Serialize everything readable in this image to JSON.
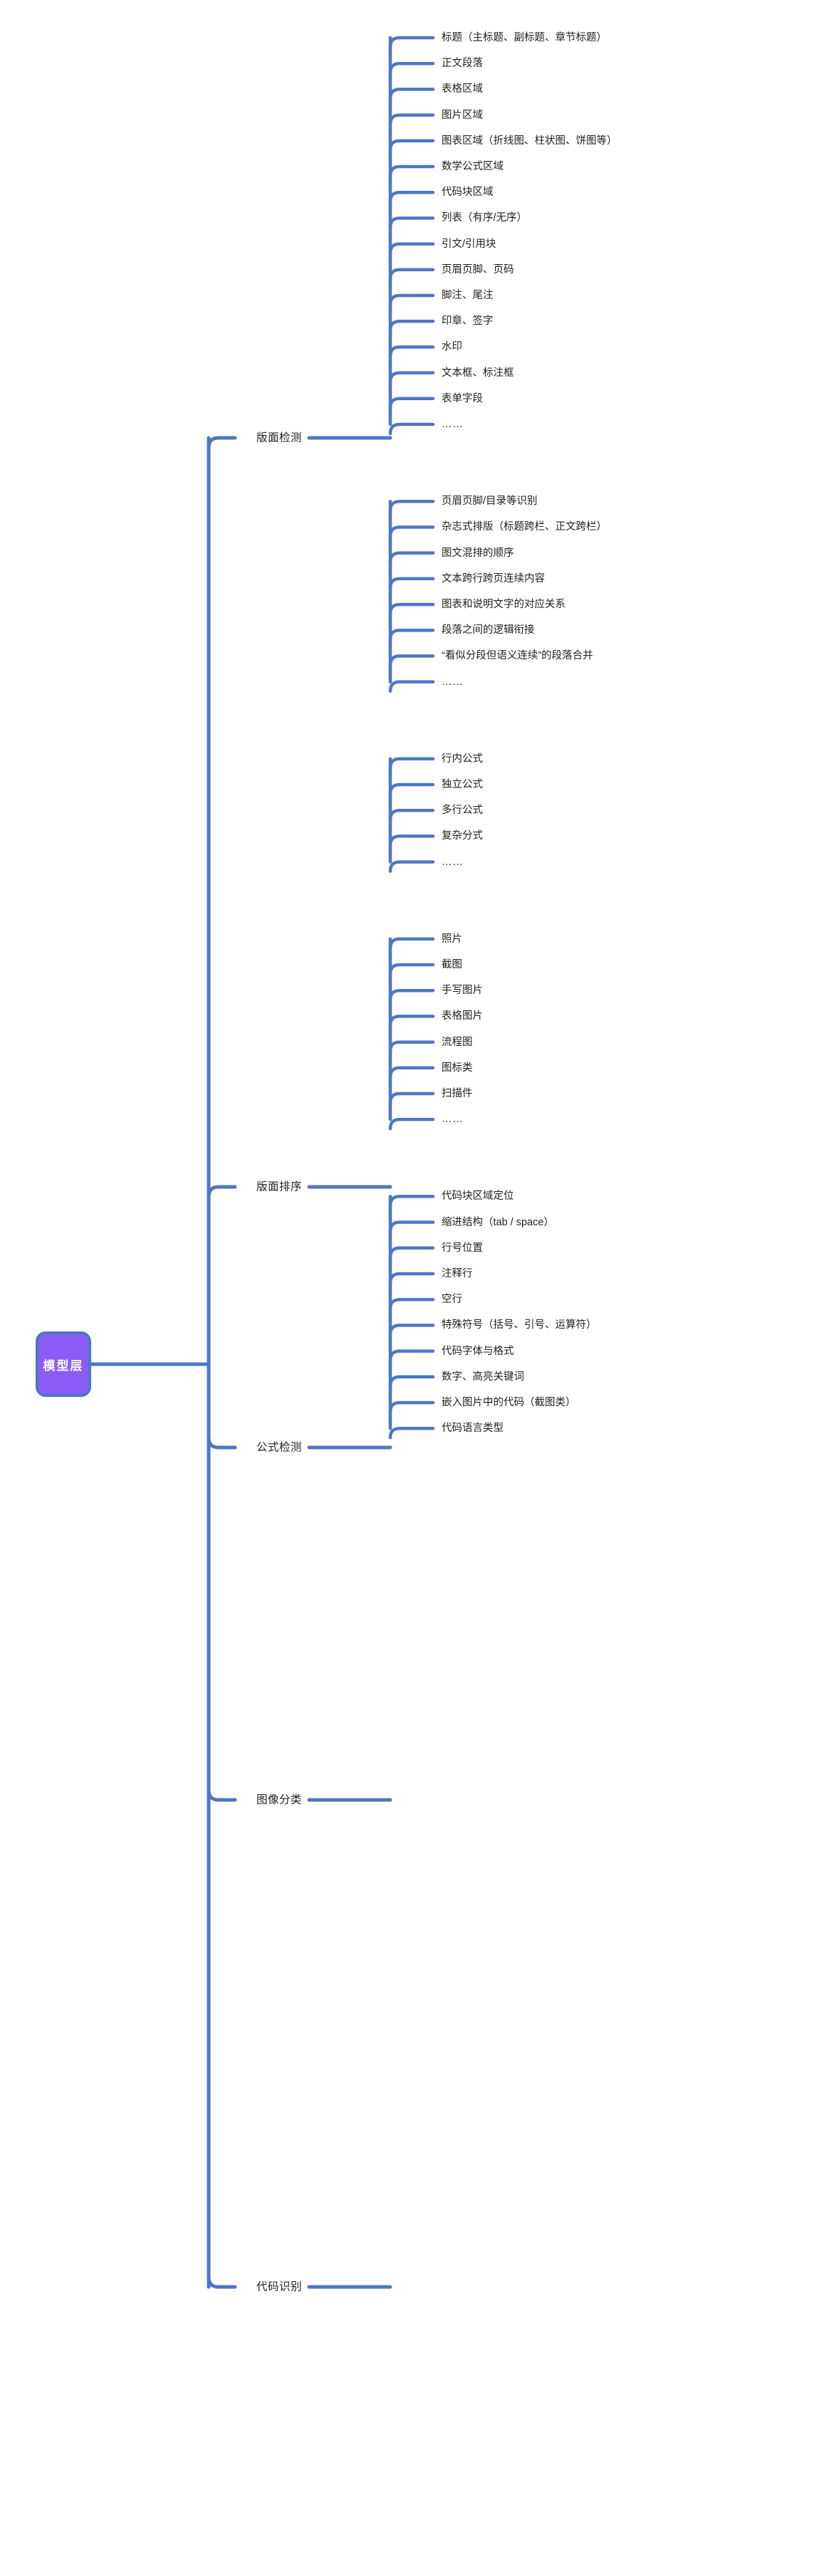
{
  "diagram": {
    "type": "mindmap",
    "orientation": "left-to-right",
    "colors": {
      "edge": "#4E77C3",
      "root_fill": "#8C5CF7",
      "root_border": "#4E77C3",
      "root_text": "#FFFFFF",
      "label_text": "#1F1F1F",
      "background": "#FFFFFF"
    },
    "root": {
      "label": "模型层"
    },
    "branches": [
      {
        "label": "版面检测",
        "children": [
          "标题（主标题、副标题、章节标题）",
          "正文段落",
          "表格区域",
          "图片区域",
          "图表区域（折线图、柱状图、饼图等）",
          "数学公式区域",
          "代码块区域",
          "列表（有序/无序）",
          "引文/引用块",
          "页眉页脚、页码",
          "脚注、尾注",
          "印章、签字",
          "水印",
          "文本框、标注框",
          "表单字段",
          "……"
        ]
      },
      {
        "label": "版面排序",
        "children": [
          "页眉页脚/目录等识别",
          "杂志式排版（标题跨栏、正文跨栏）",
          "图文混排的顺序",
          "文本跨行跨页连续内容",
          "图表和说明文字的对应关系",
          "段落之间的逻辑衔接",
          "“看似分段但语义连续”的段落合并",
          "……"
        ]
      },
      {
        "label": "公式检测",
        "children": [
          "行内公式",
          "独立公式",
          "多行公式",
          "复杂分式",
          "……"
        ]
      },
      {
        "label": "图像分类",
        "children": [
          "照片",
          "截图",
          "手写图片",
          "表格图片",
          "流程图",
          "图标类",
          "扫描件",
          "……"
        ]
      },
      {
        "label": "代码识别",
        "children": [
          "代码块区域定位",
          "缩进结构（tab / space）",
          "行号位置",
          "注释行",
          "空行",
          "特殊符号（括号、引号、运算符）",
          "代码字体与格式",
          "数字、高亮关键词",
          "嵌入图片中的代码（截图类）",
          "代码语言类型"
        ]
      }
    ]
  }
}
